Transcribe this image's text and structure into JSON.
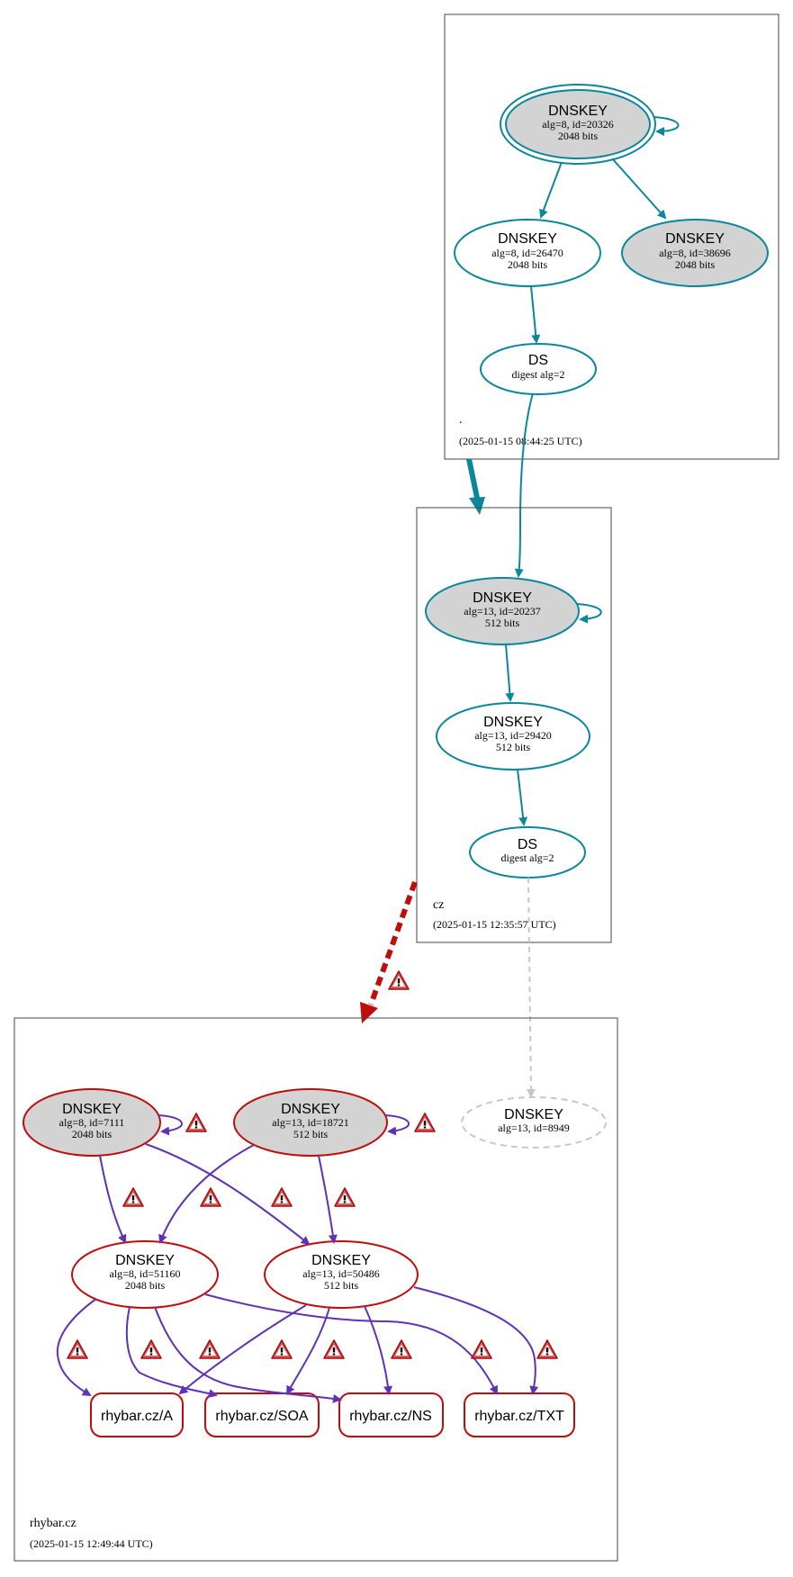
{
  "colors": {
    "teal": "#0a879a",
    "purple": "#6131b5",
    "red": "#bf0c0c",
    "gray_fill": "#d3d3d3",
    "dashed_gray": "#c8c8c8",
    "warn_red": "#cc2a2a"
  },
  "zones": {
    "root": {
      "label": ".",
      "time": "(2025-01-15 08:44:25 UTC)"
    },
    "cz": {
      "label": "cz",
      "time": "(2025-01-15 12:35:57 UTC)"
    },
    "rhybar": {
      "label": "rhybar.cz",
      "time": "(2025-01-15 12:49:44 UTC)"
    }
  },
  "nodes": {
    "root_ksk": {
      "title": "DNSKEY",
      "line1": "alg=8, id=20326",
      "line2": "2048 bits"
    },
    "root_zsk": {
      "title": "DNSKEY",
      "line1": "alg=8, id=26470",
      "line2": "2048 bits"
    },
    "root_k2": {
      "title": "DNSKEY",
      "line1": "alg=8, id=38696",
      "line2": "2048 bits"
    },
    "root_ds": {
      "title": "DS",
      "line1": "digest alg=2"
    },
    "cz_ksk": {
      "title": "DNSKEY",
      "line1": "alg=13, id=20237",
      "line2": "512 bits"
    },
    "cz_zsk": {
      "title": "DNSKEY",
      "line1": "alg=13, id=29420",
      "line2": "512 bits"
    },
    "cz_ds": {
      "title": "DS",
      "line1": "digest alg=2"
    },
    "rh_k8_ksk": {
      "title": "DNSKEY",
      "line1": "alg=8, id=7111",
      "line2": "2048 bits"
    },
    "rh_k13_ksk": {
      "title": "DNSKEY",
      "line1": "alg=13, id=18721",
      "line2": "512 bits"
    },
    "rh_missing": {
      "title": "DNSKEY",
      "line1": "alg=13, id=8949"
    },
    "rh_k8_zsk": {
      "title": "DNSKEY",
      "line1": "alg=8, id=51160",
      "line2": "2048 bits"
    },
    "rh_k13_zsk": {
      "title": "DNSKEY",
      "line1": "alg=13, id=50486",
      "line2": "512 bits"
    }
  },
  "rrsets": {
    "a": "rhybar.cz/A",
    "soa": "rhybar.cz/SOA",
    "ns": "rhybar.cz/NS",
    "txt": "rhybar.cz/TXT"
  },
  "icons": {
    "warning": "warning-icon"
  }
}
